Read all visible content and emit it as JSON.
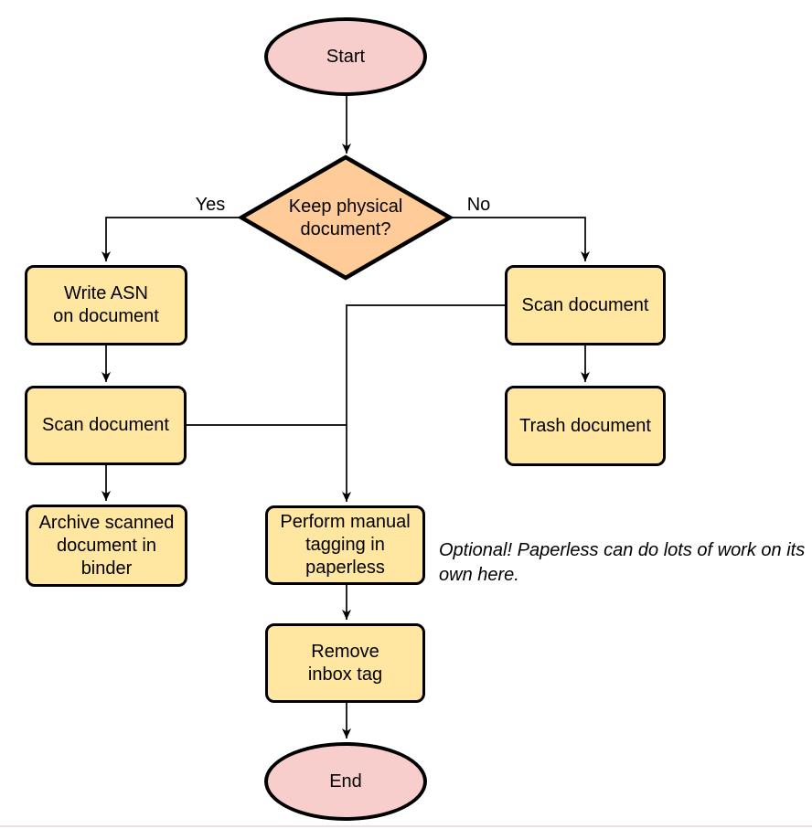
{
  "diagram": {
    "nodes": {
      "start": {
        "label": "Start"
      },
      "decision": {
        "label": "Keep physical\ndocument?"
      },
      "write_asn": {
        "label": "Write ASN\non document"
      },
      "scan_left": {
        "label": "Scan document"
      },
      "archive": {
        "label": "Archive scanned\ndocument in\nbinder"
      },
      "scan_right": {
        "label": "Scan document"
      },
      "trash": {
        "label": "Trash document"
      },
      "tagging": {
        "label": "Perform manual\ntagging in\npaperless"
      },
      "remove_inbox": {
        "label": "Remove\ninbox tag"
      },
      "end": {
        "label": "End"
      }
    },
    "edge_labels": {
      "yes": "Yes",
      "no": "No"
    },
    "note": "Optional! Paperless can do lots of work on\nits own here.",
    "colors": {
      "terminator_fill": "#F8CECC",
      "decision_fill": "#FFCC99",
      "process_fill": "#FFE6A1",
      "stroke": "#000000",
      "page_edge_line": "#F2DEDE"
    }
  }
}
